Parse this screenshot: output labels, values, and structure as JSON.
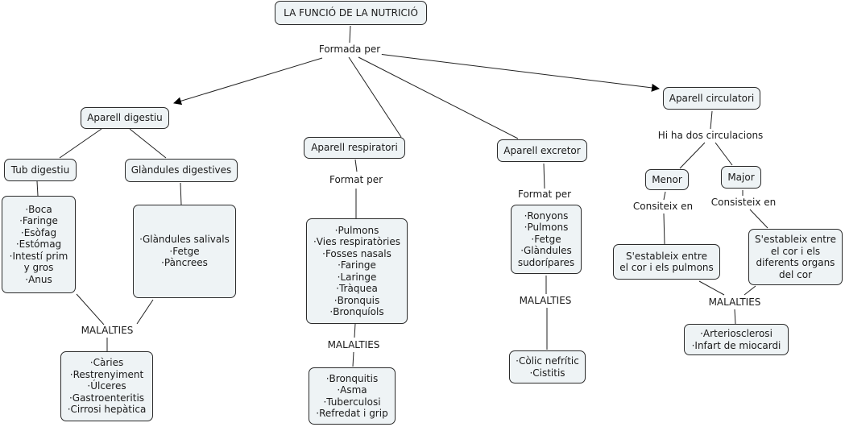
{
  "title": "LA FUNCIÓ DE LA NUTRICIÓ",
  "root_link": "Formada per",
  "digestiu": {
    "title": "Aparell digestiu",
    "tub": {
      "title": "Tub digestiu",
      "items": [
        "·Boca",
        "·Faringe",
        "·Esòfag",
        "·Estómag",
        "·Intestí prim",
        "y gros",
        "·Anus"
      ]
    },
    "glandules": {
      "title": "Glàndules digestives",
      "items": [
        "·Glàndules salivals",
        "·Fetge",
        "·Pàncrees"
      ]
    },
    "malalties_label": "MALALTIES",
    "malalties": [
      "·Càries",
      "·Restrenyiment",
      "·Úlceres",
      "·Gastroenteritis",
      "·Cirrosi hepàtica"
    ]
  },
  "respiratori": {
    "title": "Aparell respiratori",
    "link": "Format per",
    "items": [
      "·Pulmons",
      "·Vies respiratòries",
      "·Fosses nasals",
      "·Faringe",
      "·Laringe",
      "·Tràquea",
      "·Bronquis",
      "·Bronquíols"
    ],
    "malalties_label": "MALALTIES",
    "malalties": [
      "·Bronquitis",
      "·Asma",
      "·Tuberculosi",
      "·Refredat i grip"
    ]
  },
  "excretor": {
    "title": "Aparell excretor",
    "link": "Format per",
    "items": [
      "·Ronyons",
      "·Pulmons",
      "·Fetge",
      "·Glàndules",
      "sudorípares"
    ],
    "malalties_label": "MALALTIES",
    "malalties": [
      "·Còlic nefrític",
      "·Cistitis"
    ]
  },
  "circulatori": {
    "title": "Aparell circulatori",
    "link": "Hi ha dos circulacions",
    "menor": {
      "title": "Menor",
      "link": "Consiteix en",
      "desc": [
        "S'estableix entre",
        "el cor i els pulmons"
      ]
    },
    "major": {
      "title": "Major",
      "link": "Consisteix en",
      "desc": [
        "S'estableix entre",
        "el cor i els",
        "diferents organs",
        "del cor"
      ]
    },
    "malalties_label": "MALALTIES",
    "malalties": [
      "·Arteriosclerosi",
      "·Infart de miocardi"
    ]
  }
}
